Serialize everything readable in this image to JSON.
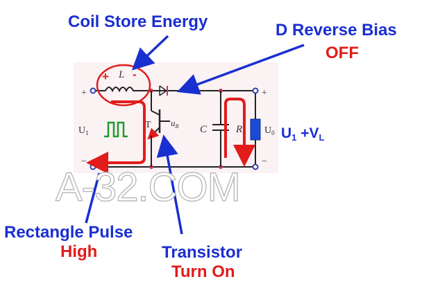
{
  "annotations": {
    "coil_store_energy": "Coil Store Energy",
    "d_reverse_bias": "D Reverse Bias",
    "off": "OFF",
    "u1_plus_vl_main": "U",
    "u1_plus_vl_sub": "1",
    "u1_plus_vl_mid": " +V",
    "u1_plus_vl_sub2": "L",
    "rectangle_pulse": "Rectangle Pulse",
    "high": "High",
    "transistor": "Transistor",
    "turn_on": "Turn On"
  },
  "circuit_labels": {
    "inductor": "L",
    "transistor": "T",
    "input": "U",
    "input_sub": "1",
    "output": "U",
    "output_sub": "0",
    "base_voltage": "u",
    "base_voltage_sub": "B",
    "capacitor": "C",
    "resistor": "R",
    "plus_left": "+",
    "minus_left": "−",
    "plus_right": "+",
    "minus_right": "−",
    "coil_plus": "+",
    "coil_minus": "-"
  },
  "watermark": "A-32.COM",
  "colors": {
    "annotation_blue": "#1a2fd0",
    "annotation_red": "#e21b1b",
    "wire": "#222222",
    "node": "#c0395a",
    "terminal": "#2a3fb0",
    "pulse": "#1f9a2a",
    "circuit_bg": "#fbf2f4"
  }
}
